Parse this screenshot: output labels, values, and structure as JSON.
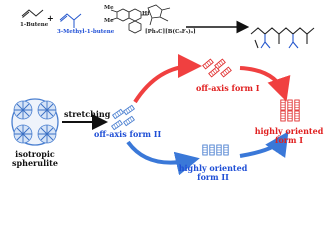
{
  "reaction": {
    "monomer1": "1-Butene",
    "plus": "+",
    "monomer2": "3-Methyl-1-butene",
    "catalyst_activator": "[Ph₃C][B(C₆F₅)₄]",
    "catalyst_me_labels": [
      "Me",
      "Me"
    ],
    "catalyst_metal": "Hf"
  },
  "states": {
    "start": [
      "isotropic",
      "spherulite"
    ],
    "process": "stretching",
    "off_axis_II": "off-axis form II",
    "off_axis_I": "off-axis form I",
    "oriented_II": [
      "highly oriented",
      "form II"
    ],
    "oriented_I": [
      "highly oriented",
      "form I"
    ]
  },
  "colors": {
    "blue": "#1f4fd6",
    "red": "#e02020",
    "arrow_red": "#f04040",
    "arrow_blue": "#3a78d8",
    "crystal_blue": "#4a7fd0",
    "crystal_red": "#e03030"
  }
}
